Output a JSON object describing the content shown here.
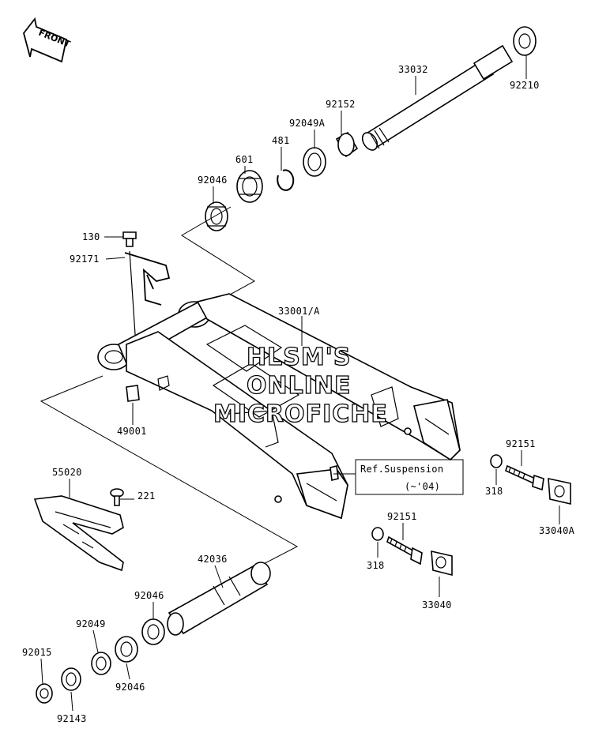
{
  "direction_badge": {
    "text": "FRONT"
  },
  "watermark": {
    "lines": [
      "HLSM'S",
      "ONLINE",
      "MICROFICHE"
    ]
  },
  "reference_note": {
    "line1": "Ref.Suspension",
    "line2": "(~'04)"
  },
  "part_labels": [
    {
      "id": "33032",
      "text": "33032"
    },
    {
      "id": "92210",
      "text": "92210"
    },
    {
      "id": "92152",
      "text": "92152"
    },
    {
      "id": "92049A",
      "text": "92049A"
    },
    {
      "id": "481",
      "text": "481"
    },
    {
      "id": "601",
      "text": "601"
    },
    {
      "id": "92046a",
      "text": "92046"
    },
    {
      "id": "130",
      "text": "130"
    },
    {
      "id": "92171",
      "text": "92171"
    },
    {
      "id": "33001A",
      "text": "33001/A"
    },
    {
      "id": "49001",
      "text": "49001"
    },
    {
      "id": "92151a",
      "text": "92151"
    },
    {
      "id": "318a",
      "text": "318"
    },
    {
      "id": "33040A",
      "text": "33040A"
    },
    {
      "id": "55020",
      "text": "55020"
    },
    {
      "id": "221",
      "text": "221"
    },
    {
      "id": "92151b",
      "text": "92151"
    },
    {
      "id": "318b",
      "text": "318"
    },
    {
      "id": "33040",
      "text": "33040"
    },
    {
      "id": "42036",
      "text": "42036"
    },
    {
      "id": "92046b",
      "text": "92046"
    },
    {
      "id": "92049",
      "text": "92049"
    },
    {
      "id": "92015",
      "text": "92015"
    },
    {
      "id": "92046c",
      "text": "92046"
    },
    {
      "id": "92143",
      "text": "92143"
    }
  ]
}
